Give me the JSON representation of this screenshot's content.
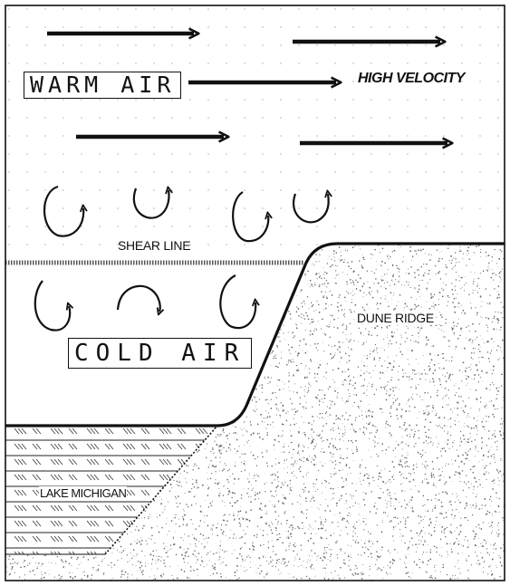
{
  "labels": {
    "warm_air": "WARM AIR",
    "high_velocity": "HIGH VELOCITY",
    "shear_line": "SHEAR LINE",
    "cold_air": "COLD AIR",
    "dune_ridge": "DUNE RIDGE",
    "lake": "LAKE MICHIGAN"
  },
  "colors": {
    "ink": "#111111",
    "background": "#ffffff",
    "dot_grid": "#b5b5b5",
    "sand_stipple": "#6a6a6a"
  },
  "icons": {
    "wind_arrow": "right-arrow-icon",
    "eddy": "circular-arrow-icon"
  }
}
